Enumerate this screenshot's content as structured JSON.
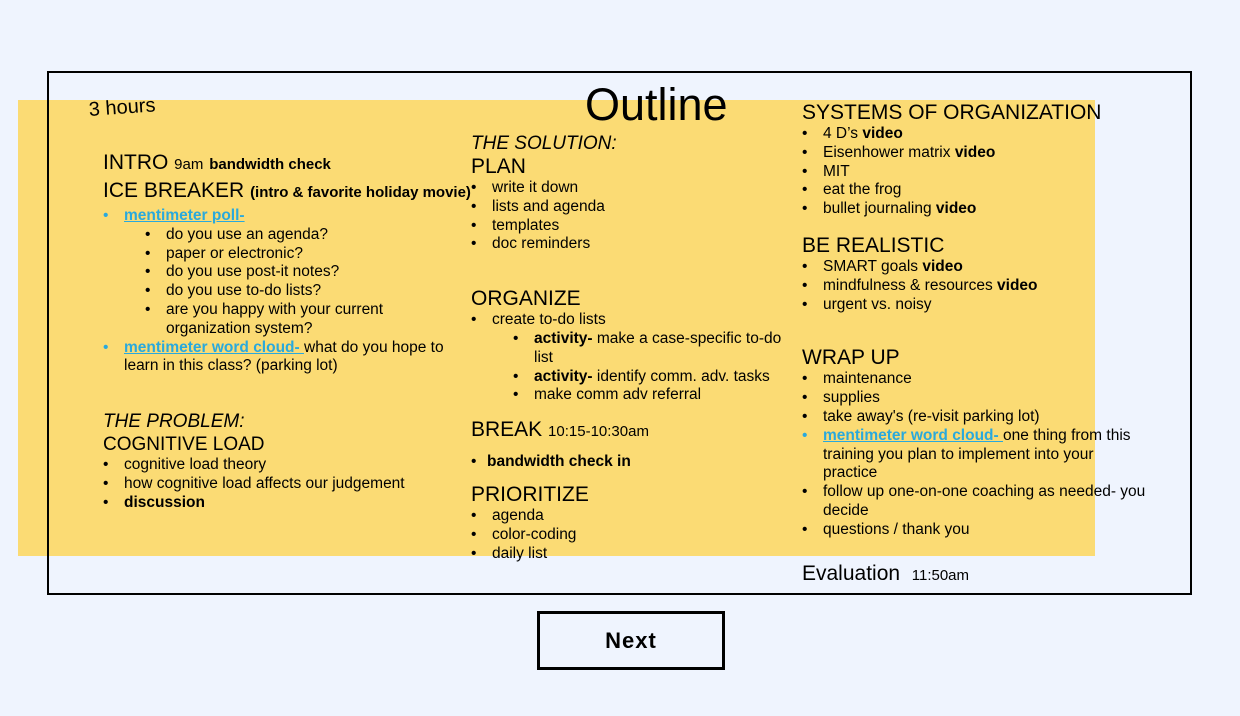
{
  "title": "Outline",
  "duration": "3 hours",
  "col1": {
    "intro_heading": "INTRO",
    "intro_time": "9am",
    "intro_note": "bandwidth check",
    "icebreaker_heading": "ICE BREAKER",
    "icebreaker_note": "(intro & favorite holiday movie)",
    "poll_link": "mentimeter poll- ",
    "poll_items": [
      "do you use an agenda?",
      "paper or electronic?",
      "do you use post-it notes?",
      "do you use to-do lists?",
      "are you happy with your current organization system?"
    ],
    "wordcloud_link": "mentimeter word cloud- ",
    "wordcloud_text": "what do you hope to learn in this class? (parking lot)",
    "problem_label": "THE PROBLEM:",
    "cognitive_heading": "COGNITIVE LOAD",
    "cognitive_items": [
      "cognitive load theory",
      "how cognitive load affects our judgement"
    ],
    "discussion": "discussion"
  },
  "col2": {
    "solution_label": "THE SOLUTION:",
    "plan_heading": "PLAN",
    "plan_items": [
      "write it down",
      "lists and agenda",
      "templates",
      "doc reminders"
    ],
    "organize_heading": "ORGANIZE",
    "organize_item": "create to-do lists",
    "activity_label": "activity-",
    "activity1_text": " make a case-specific to-do list",
    "activity2_text": " identify comm. adv. tasks",
    "referral": "make comm adv referral",
    "break_heading": "BREAK",
    "break_time": "10:15-10:30am",
    "break_item": "bandwidth check in",
    "prioritize_heading": "PRIORITIZE",
    "prioritize_items": [
      "agenda",
      "color-coding",
      "daily list"
    ]
  },
  "col3": {
    "systems_heading": "SYSTEMS OF ORGANIZATION",
    "video_label": "video",
    "systems_items": [
      "4 D’s",
      "Eisenhower matrix",
      "MIT",
      "eat the frog",
      "bullet journaling"
    ],
    "realistic_heading": "BE REALISTIC",
    "realistic_items": [
      "SMART goals",
      "mindfulness & resources",
      "urgent vs. noisy"
    ],
    "wrap_heading": "WRAP UP",
    "wrap_items": [
      "maintenance",
      "supplies",
      "take away's (re-visit parking lot)"
    ],
    "wordcloud_link": "mentimeter word cloud- ",
    "wordcloud_text": "one thing from this training you plan to implement into your practice",
    "followup": "follow up one-on-one coaching as needed- you decide",
    "questions": "questions / thank you",
    "evaluation_heading": "Evaluation",
    "evaluation_time": "11:50am"
  },
  "next_button": "Next"
}
